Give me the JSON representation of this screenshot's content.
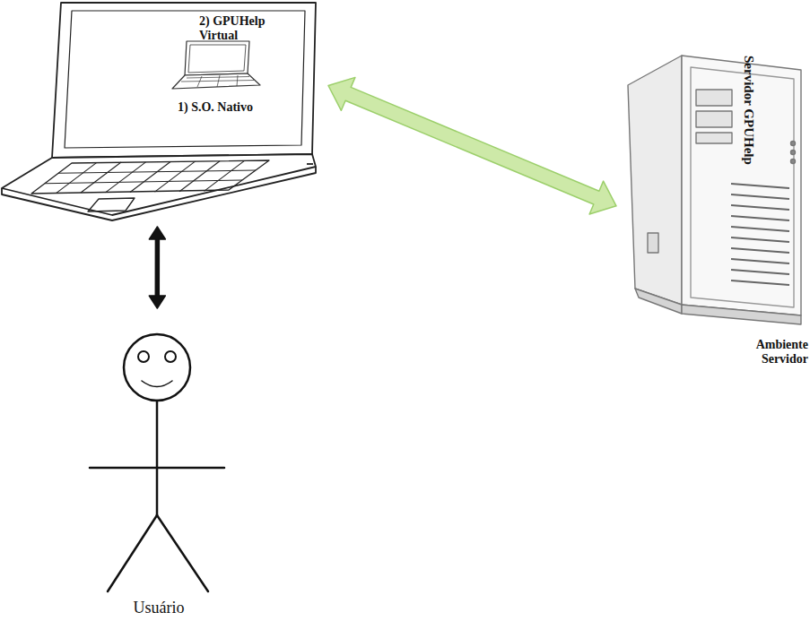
{
  "diagram": {
    "nodes": [
      {
        "text": [
          "1) S.O. Nativo"
        ]
      },
      {
        "text": [
          "2) GPUHelp Virtual"
        ],
        "in": 0
      },
      {
        "text": [
          "Servidor GPUHelp",
          "Ambiente Servidor"
        ]
      },
      {
        "text": [
          "Usuário"
        ]
      }
    ],
    "edges": [
      {
        "from": 0,
        "to": 2,
        "arrow": "both"
      },
      {
        "from": 3,
        "to": 0,
        "arrow": "both"
      }
    ]
  }
}
